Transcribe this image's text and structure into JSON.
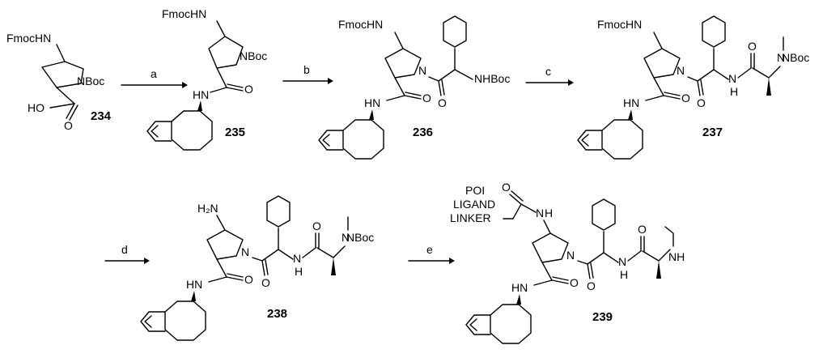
{
  "arrows": [
    {
      "reagent": "a"
    },
    {
      "reagent": "b"
    },
    {
      "reagent": "c"
    },
    {
      "reagent": "d"
    },
    {
      "reagent": "e"
    }
  ],
  "compounds": [
    {
      "id": "234",
      "labels": {
        "amine": "FmocHN",
        "ring_n": "NBoc",
        "acid": "HO"
      }
    },
    {
      "id": "235",
      "labels": {
        "amine": "FmocHN",
        "ring_n": "NBoc",
        "amide_nh": "HN"
      }
    },
    {
      "id": "236",
      "labels": {
        "amine": "FmocHN",
        "ring_n": "N",
        "amide_nh": "HN",
        "side_nh": "NHBoc"
      }
    },
    {
      "id": "237",
      "labels": {
        "amine": "FmocHN",
        "ring_n": "N",
        "amide_nh": "HN",
        "pep_nh": "H",
        "pep_n": "N",
        "nboc": "NBoc"
      }
    },
    {
      "id": "238",
      "labels": {
        "amine": "H₂N",
        "ring_n": "N",
        "amide_nh": "HN",
        "pep_nh": "H",
        "pep_n": "N",
        "nboc": "NBoc"
      }
    },
    {
      "id": "239",
      "labels": {
        "poi": "POI",
        "ligand": "LIGAND",
        "linker": "LINKER",
        "amine": "N",
        "amine_h": "H",
        "ring_n": "N",
        "amide_nh": "HN",
        "pep_nh": "H",
        "pep_n": "N",
        "nh": "NH"
      }
    }
  ]
}
